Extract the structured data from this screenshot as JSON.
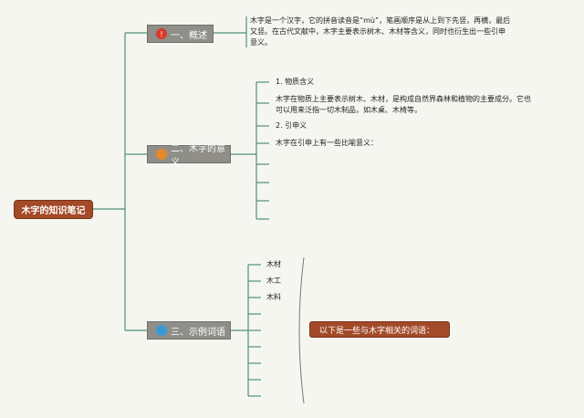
{
  "root": {
    "label": "木字的知识笔记"
  },
  "topics": [
    {
      "num": "!",
      "label": "一、概述"
    },
    {
      "num": "",
      "label": "二、木字的意义"
    },
    {
      "num": "",
      "label": "三、示例词语"
    }
  ],
  "overview": {
    "line1": "木字是一个汉字，它的拼音读音是“mù”，笔画顺序是从上到下先竖，再横，最后",
    "line2": "又竖。在古代文献中，木字主要表示树木、木材等含义，同时也衍生出一些引申",
    "line3": "意义。"
  },
  "meaning": {
    "h1": "1. 物质含义",
    "p1a": "木字在物质上主要表示树木、木材，是构成自然界森林和植物的主要成分。它也",
    "p1b": "可以用来泛指一切木制品，如木桌、木椅等。",
    "h2": "2. 引申义",
    "p2": "木字在引申上有一些比喻意义："
  },
  "words": [
    "木材",
    "木工",
    "木料"
  ],
  "summary": {
    "label": "以下是一些与木字相关的词语："
  },
  "colors": {
    "root": "#a34a28",
    "topic": "#8f8e88",
    "line": "#4f8f7a"
  }
}
